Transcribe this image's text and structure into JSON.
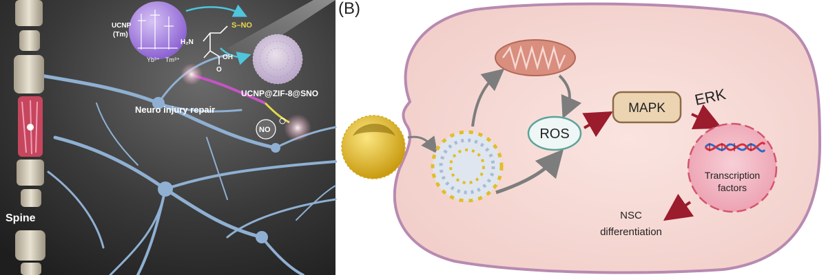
{
  "panel_a": {
    "ucnp_label_line1": "UCNP",
    "ucnp_label_line2": "(Tm)",
    "ion_yb": "Yb³⁺",
    "ion_tm": "Tm³⁺",
    "molecule_snogroup": "S–NO",
    "molecule_nh2": "H₂N",
    "molecule_oh": "OH",
    "molecule_o": "O",
    "nanoparticle_label": "UCNP@ZIF-8@SNO",
    "repair_label": "Neuro injury repair",
    "no_label": "NO",
    "spine_label": "Spine",
    "colors": {
      "background": "#3c3c3c",
      "neuron": "#8fb0d2",
      "ucnp": "#a37fdc",
      "spine": "#d9d3c2"
    }
  },
  "panel_b": {
    "panel_label": "(B)",
    "ros_label": "ROS",
    "mapk_label": "MAPK",
    "erk_label": "ERK",
    "tf_label_line1": "Transcription",
    "tf_label_line2": "factors",
    "nsc_label_line1": "NSC",
    "nsc_label_line2": "differentiation",
    "colors": {
      "cell_fill": "#f6d9d5",
      "membrane": "#b88ab0",
      "ros_border": "#5ba39a",
      "mapk_fill": "#ecd4b3",
      "arrow_red": "#9b1c2c",
      "arrow_gray": "#7d7d7d",
      "gold": "#e2bd2a"
    }
  }
}
